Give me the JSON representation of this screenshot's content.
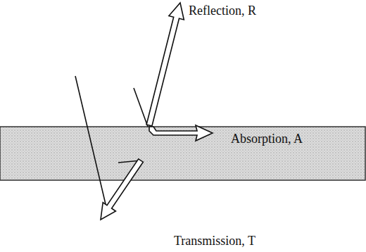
{
  "diagram": {
    "nodes": [
      {
        "text": [
          "Absorption, A"
        ]
      }
    ],
    "labels": [
      "Reflection, R",
      "Transmission, T"
    ]
  }
}
